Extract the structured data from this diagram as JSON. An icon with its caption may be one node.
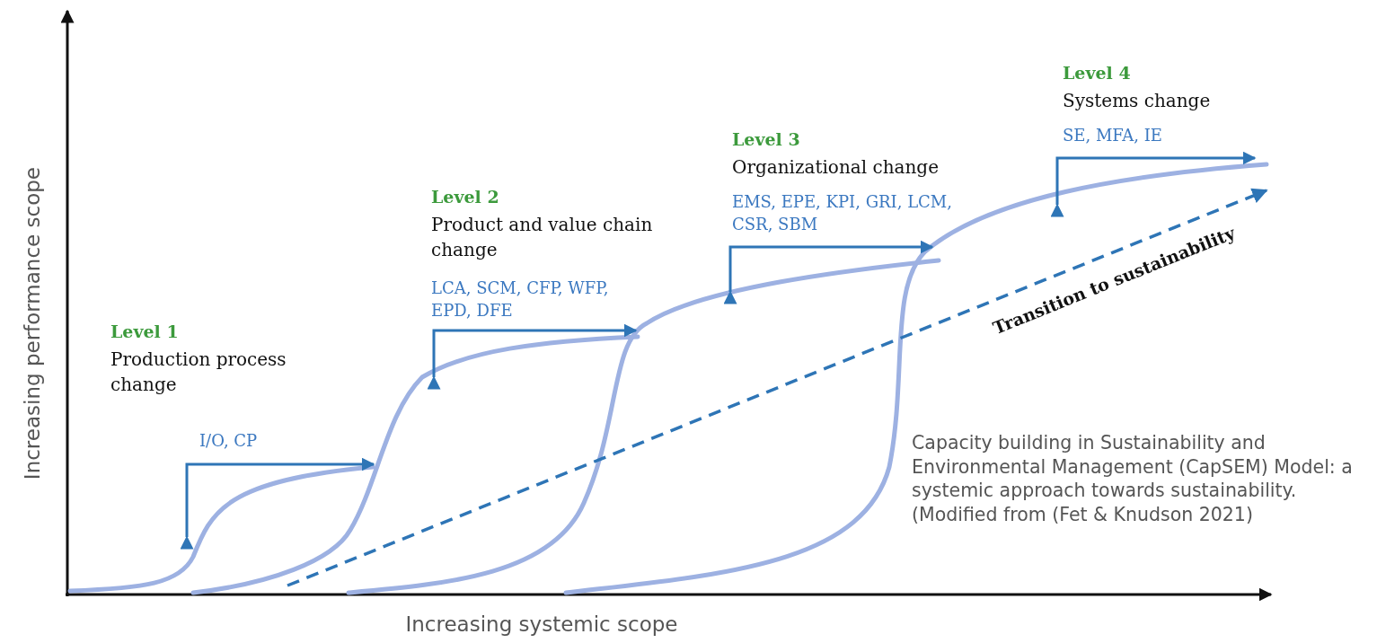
{
  "diagram": {
    "caption": "Capacity building in Sustainability and Environmental Management (CapSEM) Model: a systemic approach towards sustainability. (Modified from (Fet & Knudson 2021)",
    "labels": [
      "Level 4",
      "Systems change",
      "SE, MFA, IE",
      "Level 3",
      "Organizational change",
      "EMS, EPE, KPI, GRI, LCM, CSR, SBM",
      "Level 2",
      "Product and value chain change",
      "LCA, SCM, CFP, WFP, EPD, DFE",
      "Level 1",
      "Production process change",
      "I/O, CP",
      "Transition to sustainability",
      "Increasing performance scope",
      "Increasing systemic scope"
    ]
  }
}
